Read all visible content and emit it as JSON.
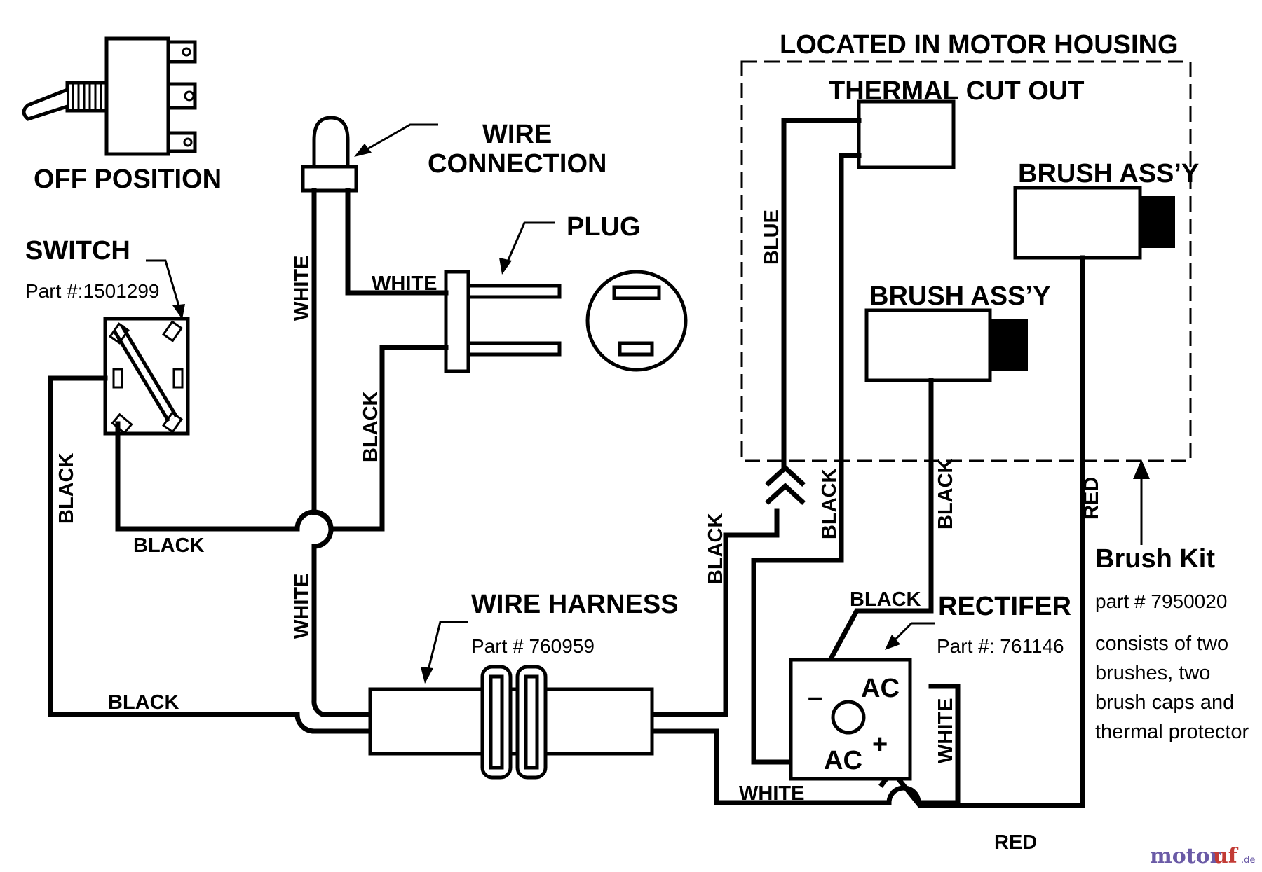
{
  "labels": {
    "off_position": "OFF POSITION",
    "wire_connection_1": "WIRE",
    "wire_connection_2": "CONNECTION",
    "plug": "PLUG",
    "located_in_motor_housing": "LOCATED IN MOTOR HOUSING",
    "thermal_cut_out": "THERMAL CUT OUT",
    "brush_assy_upper": "BRUSH ASS’Y",
    "brush_assy_lower": "BRUSH ASS’Y",
    "switch": "SWITCH",
    "switch_part": "Part #:1501299",
    "wire_harness": "WIRE HARNESS",
    "wire_harness_part": "Part # 760959",
    "rectifier": "RECTIFER",
    "rectifier_part": "Part #: 761146",
    "rectifier_minus": "–",
    "rectifier_plus": "+",
    "rectifier_ac_top": "AC",
    "rectifier_ac_bottom": "AC",
    "brush_kit": "Brush Kit",
    "brush_kit_part": "part # 7950020",
    "brush_kit_note_1": "consists of two",
    "brush_kit_note_2": "brushes, two",
    "brush_kit_note_3": "brush caps and",
    "brush_kit_note_4": "thermal protector"
  },
  "wire_labels": {
    "white_plug": "WHITE",
    "white_vertical_upper": "WHITE",
    "white_vertical_lower": "WHITE",
    "black_plug_vertical": "BLACK",
    "black_switch_left": "BLACK",
    "black_switch_bottom": "BLACK",
    "black_harness_left": "BLACK",
    "blue": "BLUE",
    "black_to_connector": "BLACK",
    "black_thermal": "BLACK",
    "black_brush": "BLACK",
    "black_rectifier": "BLACK",
    "red_vertical": "RED",
    "white_rectifier_right": "WHITE",
    "white_bottom": "WHITE",
    "red_bottom": "RED"
  },
  "watermark": {
    "part1": "motor",
    "part2": "uf",
    "part3": ".de"
  }
}
